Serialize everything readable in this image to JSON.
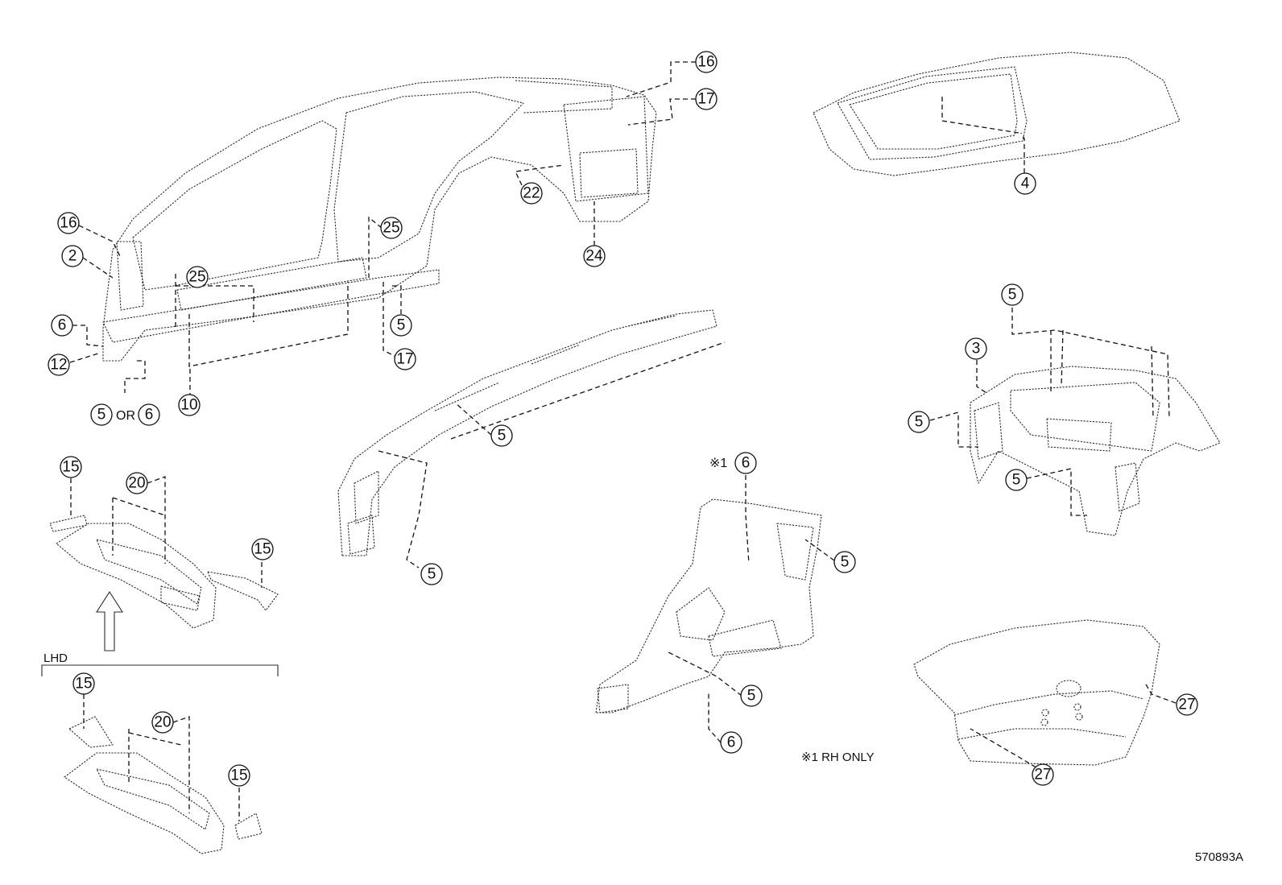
{
  "diagram_id": "570893A",
  "note": "※1 RH ONLY",
  "lhd_label": "LHD",
  "or_text": "OR",
  "asterisk_mark": "※1",
  "callouts": {
    "c16_top": "16",
    "c17_top": "17",
    "c22": "22",
    "c24": "24",
    "c4": "4",
    "c16_left": "16",
    "c2": "2",
    "c25_a": "25",
    "c25_b": "25",
    "c6_left": "6",
    "c12": "12",
    "c5_side": "5",
    "c17_side": "17",
    "c5_or": "5",
    "c6_or": "6",
    "c10": "10",
    "c5_rr": "5",
    "c5_rail": "5",
    "c3": "3",
    "c5_f1": "5",
    "c5_f2": "5",
    "c15_a": "15",
    "c20_a": "20",
    "c15_b": "15",
    "c5_arch": "5",
    "c6_wh": "6",
    "c5_wh1": "5",
    "c5_wh2": "5",
    "c6_wh2": "6",
    "c15_c": "15",
    "c20_b": "20",
    "c15_d": "15",
    "c27_a": "27",
    "c27_b": "27"
  }
}
